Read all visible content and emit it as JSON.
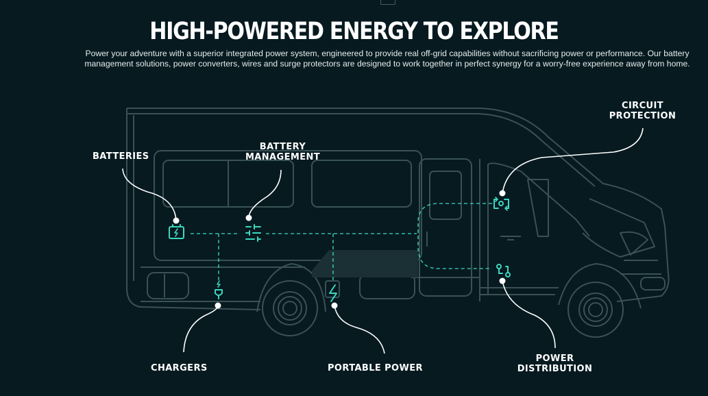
{
  "header": {
    "title": "HIGH-POWERED ENERGY TO EXPLORE",
    "description": "Power your adventure with a superior integrated power system, engineered to provide real off-grid capabilities without sacrificing power or performance. Our battery management solutions, power converters, wires and surge protectors are designed to work together in perfect synergy for a worry-free experience away from home."
  },
  "hotspots": [
    {
      "id": "batteries",
      "lines": [
        "BATTERIES"
      ],
      "icon": "battery-charge-icon"
    },
    {
      "id": "battery-management",
      "lines": [
        "BATTERY",
        "MANAGEMENT"
      ],
      "icon": "sliders-icon"
    },
    {
      "id": "circuit-protection",
      "lines": [
        "CIRCUIT",
        "PROTECTION"
      ],
      "icon": "circuit-refresh-icon"
    },
    {
      "id": "chargers",
      "lines": [
        "CHARGERS"
      ],
      "icon": "plug-charge-icon"
    },
    {
      "id": "portable-power",
      "lines": [
        "PORTABLE POWER"
      ],
      "icon": "lightning-icon"
    },
    {
      "id": "power-distribution",
      "lines": [
        "POWER",
        "DISTRIBUTION"
      ],
      "icon": "route-nodes-icon"
    }
  ],
  "colors": {
    "background": "#061a20",
    "outline": "#3a5255",
    "accent": "#3ed6c0",
    "text": "#ffffff"
  }
}
